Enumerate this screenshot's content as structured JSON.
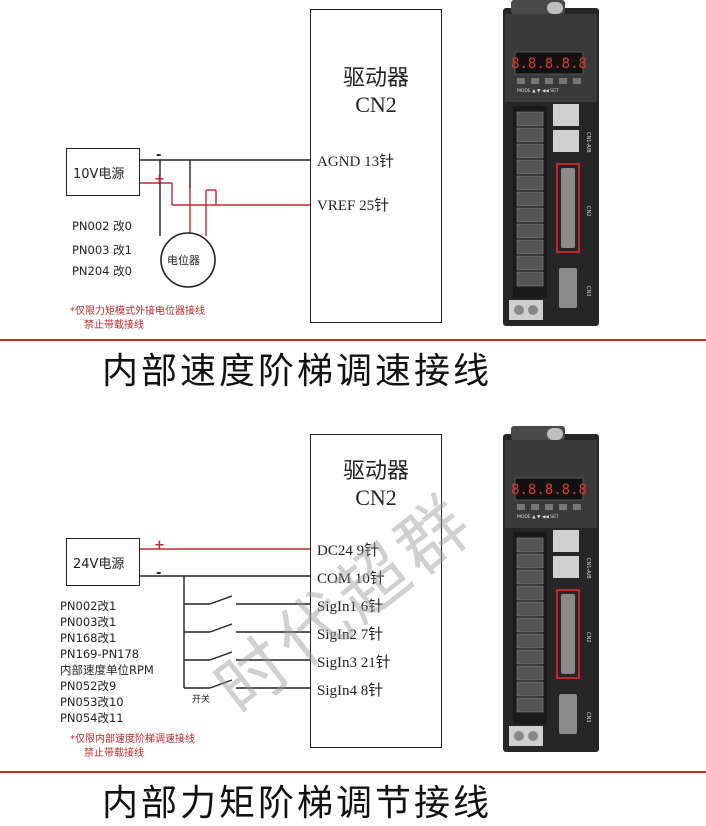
{
  "section1": {
    "driver_title": "驱动器",
    "driver_sub": "CN2",
    "pin_agnd": "AGND  13针",
    "pin_vref": "VREF  25针",
    "psu_label": "10V电源",
    "minus": "-",
    "plus": "+",
    "pot_label": "电位器",
    "params": [
      "PN002 改0",
      "PN003 改1",
      "PN204 改0"
    ],
    "note_line1": "*仅限力矩模式外接电位器接线",
    "note_line2": "禁止带载接线",
    "heading": "内部速度阶梯调速接线"
  },
  "section2": {
    "driver_title": "驱动器",
    "driver_sub": "CN2",
    "pins": [
      "DC24  9针",
      "COM  10针",
      "SigIn1  6针",
      "SigIn2  7针",
      "SigIn3  21针",
      "SigIn4  8针"
    ],
    "psu_label": "24V电源",
    "plus": "+",
    "minus": "-",
    "params": [
      "PN002改1",
      "PN003改1",
      "PN168改1",
      "PN169-PN178",
      "内部速度单位RPM",
      "PN052改9",
      "PN053改10",
      "PN054改11"
    ],
    "switch_label": "开关",
    "note_line1": "*仅限内部速度阶梯调速接线",
    "note_line2": "禁止带载接线",
    "heading": "内部力矩阶梯调节接线"
  },
  "watermark": "时代超群",
  "servo_panel": {
    "buttons": [
      "MODE",
      "▲",
      "▼",
      "◀◀",
      "SET"
    ],
    "port_labels": [
      "CN1-A/B",
      "CN2",
      "CN3"
    ],
    "display": "8.8.8.8.8"
  },
  "colors": {
    "accent_red": "#c0282b",
    "device_dark": "#1e1e1e"
  }
}
